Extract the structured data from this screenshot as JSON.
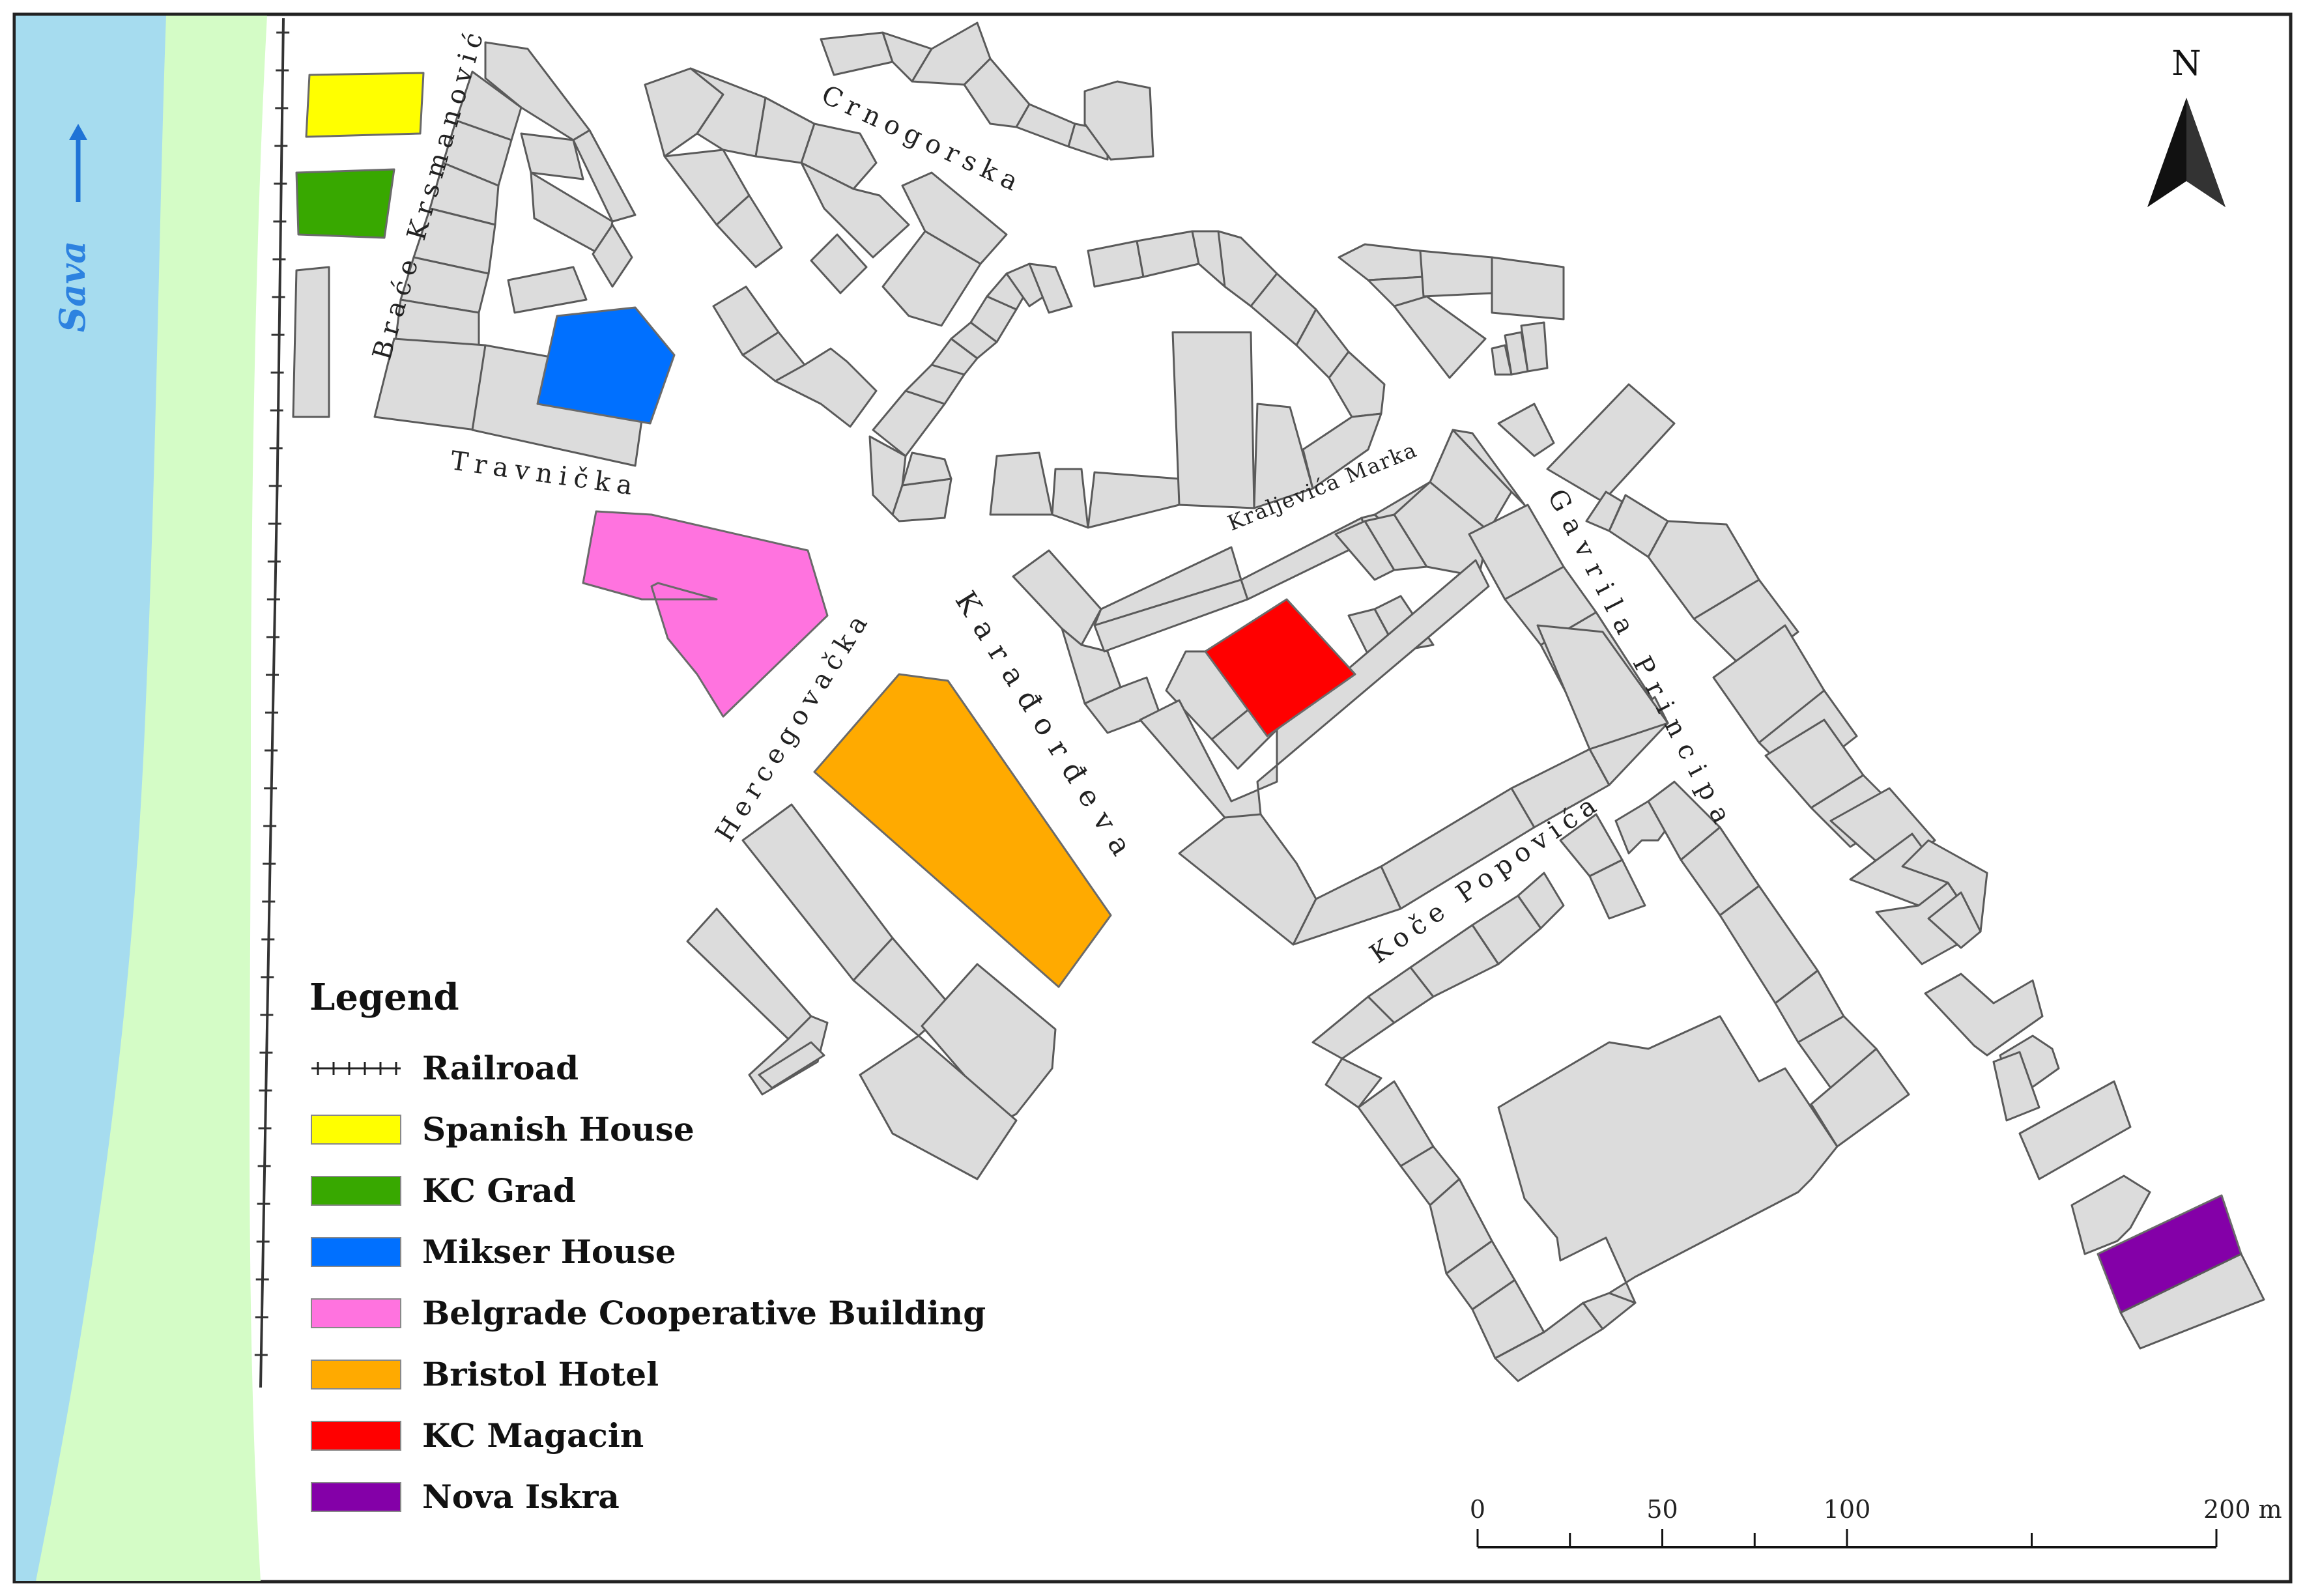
{
  "river": {
    "label": "Sava",
    "color": "#a6dcef",
    "bank_color": "#d4fcc6"
  },
  "north_arrow": {
    "label": "N"
  },
  "streets": {
    "brace_krsmanovic": "Braće Krsmanović",
    "crnogorska": "Crnogorska",
    "travnicka": "Travnička",
    "kraljevica_marka": "Kraljevića Marka",
    "karadjordjeva": "Karađorđeva",
    "hercegovacka": "Hercegovačka",
    "gavrila_principa": "Gavrila Principa",
    "koce_popovica": "Koče Popovića"
  },
  "legend": {
    "title": "Legend",
    "items": [
      {
        "label": "Railroad",
        "icon": "railroad-line-icon"
      },
      {
        "label": "Spanish House",
        "color": "#ffff00"
      },
      {
        "label": "KC Grad",
        "color": "#38a800"
      },
      {
        "label": "Mikser House",
        "color": "#0070ff"
      },
      {
        "label": "Belgrade Cooperative Building",
        "color": "#ff73df"
      },
      {
        "label": "Bristol Hotel",
        "color": "#ffaa00"
      },
      {
        "label": "KC Magacin",
        "color": "#ff0000"
      },
      {
        "label": "Nova Iskra",
        "color": "#8400a8"
      }
    ]
  },
  "scale_bar": {
    "ticks": [
      "0",
      "50",
      "100",
      "200 m"
    ]
  },
  "colors": {
    "building": "#dcdcdc",
    "outline": "#5a5a5a"
  }
}
